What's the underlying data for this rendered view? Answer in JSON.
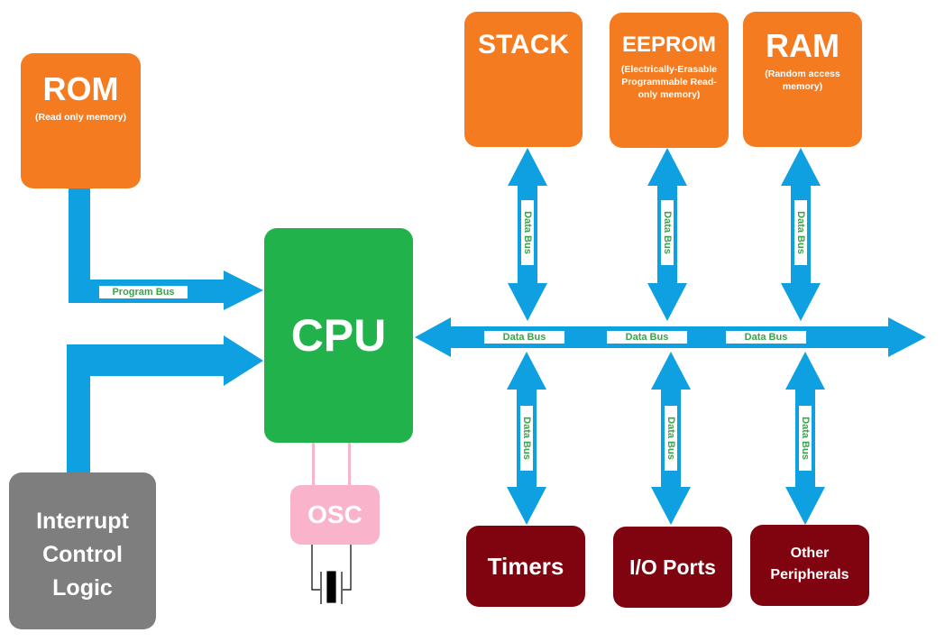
{
  "diagram": {
    "title": "Microcontroller architecture block diagram",
    "colors": {
      "bus": "#0fa0e2",
      "memory": "#f47b20",
      "cpu": "#21b24c",
      "interrupt": "#7f7e7e",
      "peripheral": "#7f0410",
      "oscillator": "#f9b3cb",
      "bus_label_text": "#3aa34a"
    },
    "nodes": {
      "rom": {
        "title": "ROM",
        "subtitle": "(Read only memory)"
      },
      "stack": {
        "title": "STACK"
      },
      "eeprom": {
        "title": "EEPROM",
        "subtitle": "(Electrically-Erasable Programmable Read-only memory)"
      },
      "ram": {
        "title": "RAM",
        "subtitle": "(Random access memory)"
      },
      "cpu": {
        "title": "CPU"
      },
      "osc": {
        "title": "OSC"
      },
      "interrupt": {
        "line1": "Interrupt",
        "line2": "Control",
        "line3": "Logic"
      },
      "timers": {
        "title": "Timers"
      },
      "io_ports": {
        "title": "I/O Ports"
      },
      "other": {
        "line1": "Other",
        "line2": "Peripherals"
      }
    },
    "edges": [
      {
        "from": "rom",
        "to": "cpu",
        "label": "Program Bus",
        "direction": "one-way"
      },
      {
        "from": "interrupt",
        "to": "cpu",
        "label": "",
        "direction": "one-way"
      },
      {
        "from": "cpu",
        "to": "data-bus",
        "label": "Data Bus",
        "direction": "two-way"
      },
      {
        "from": "stack",
        "to": "data-bus",
        "label": "Data Bus",
        "direction": "two-way"
      },
      {
        "from": "eeprom",
        "to": "data-bus",
        "label": "Data Bus",
        "direction": "two-way"
      },
      {
        "from": "ram",
        "to": "data-bus",
        "label": "Data Bus",
        "direction": "two-way"
      },
      {
        "from": "data-bus",
        "to": "timers",
        "label": "Data Bus",
        "direction": "two-way"
      },
      {
        "from": "data-bus",
        "to": "io_ports",
        "label": "Data Bus",
        "direction": "two-way"
      },
      {
        "from": "data-bus",
        "to": "other",
        "label": "Data Bus",
        "direction": "two-way"
      },
      {
        "from": "osc",
        "to": "cpu",
        "label": "",
        "direction": "connection"
      }
    ],
    "labels": {
      "program_bus": "Program Bus",
      "data_bus": "Data Bus"
    }
  }
}
